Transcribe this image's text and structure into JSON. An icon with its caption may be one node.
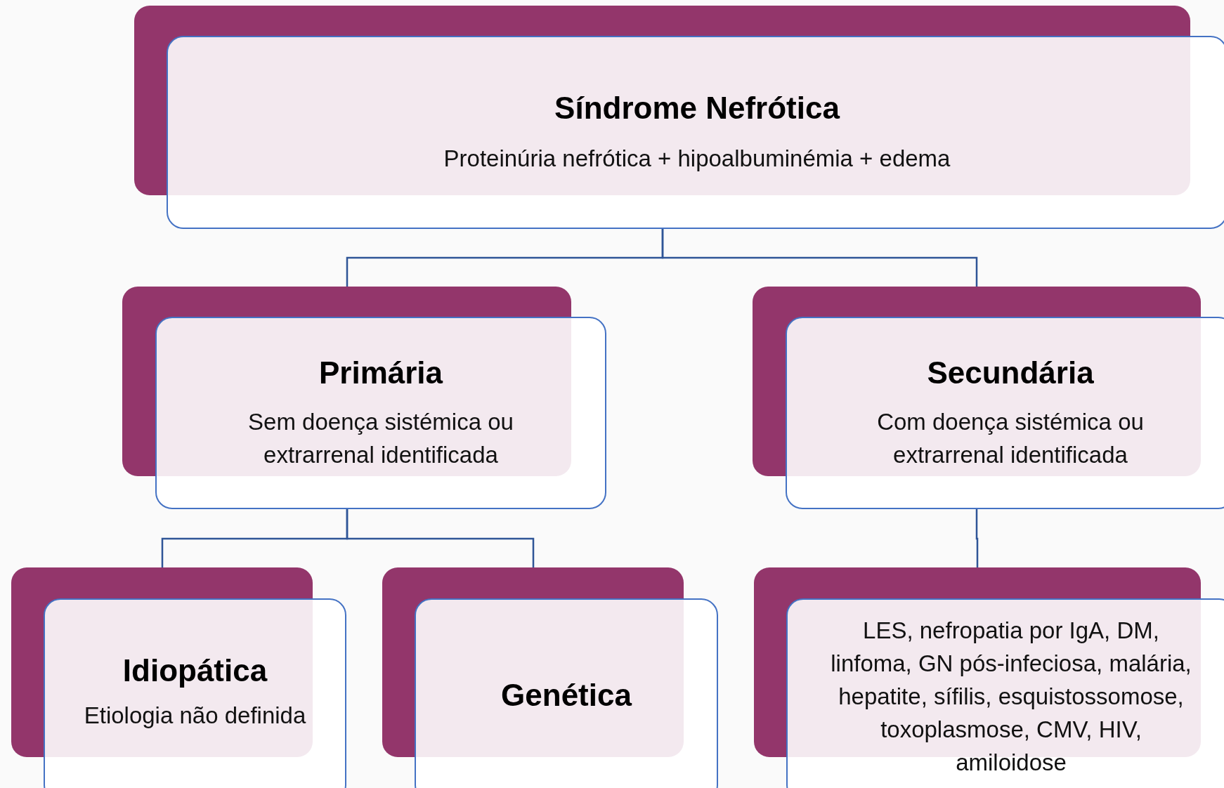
{
  "diagram": {
    "nodes": [
      {
        "text": [
          "Síndrome Nefrótica",
          "Proteinúria nefrótica + hipoalbuminémia + edema"
        ]
      },
      {
        "text": [
          "Primária",
          "Sem doença sistémica ou extrarrenal identificada"
        ]
      },
      {
        "text": [
          "Secundária",
          "Com doença sistémica ou extrarrenal identificada"
        ]
      },
      {
        "text": [
          "Idiopática",
          "Etiologia não definida"
        ]
      },
      {
        "text": [
          "Genética"
        ]
      },
      {
        "text": [
          "LES, nefropatia por IgA, DM, linfoma, GN pós-infeciosa, malária,  hepatite, sífilis, esquistossomose, toxoplasmose, CMV, HIV, amiloidose"
        ]
      }
    ],
    "edges": [
      {
        "from": 0,
        "to": 1,
        "arrow": "none"
      },
      {
        "from": 0,
        "to": 2,
        "arrow": "none"
      },
      {
        "from": 1,
        "to": 3,
        "arrow": "none"
      },
      {
        "from": 1,
        "to": 4,
        "arrow": "none"
      },
      {
        "from": 2,
        "to": 5,
        "arrow": "none"
      }
    ]
  }
}
